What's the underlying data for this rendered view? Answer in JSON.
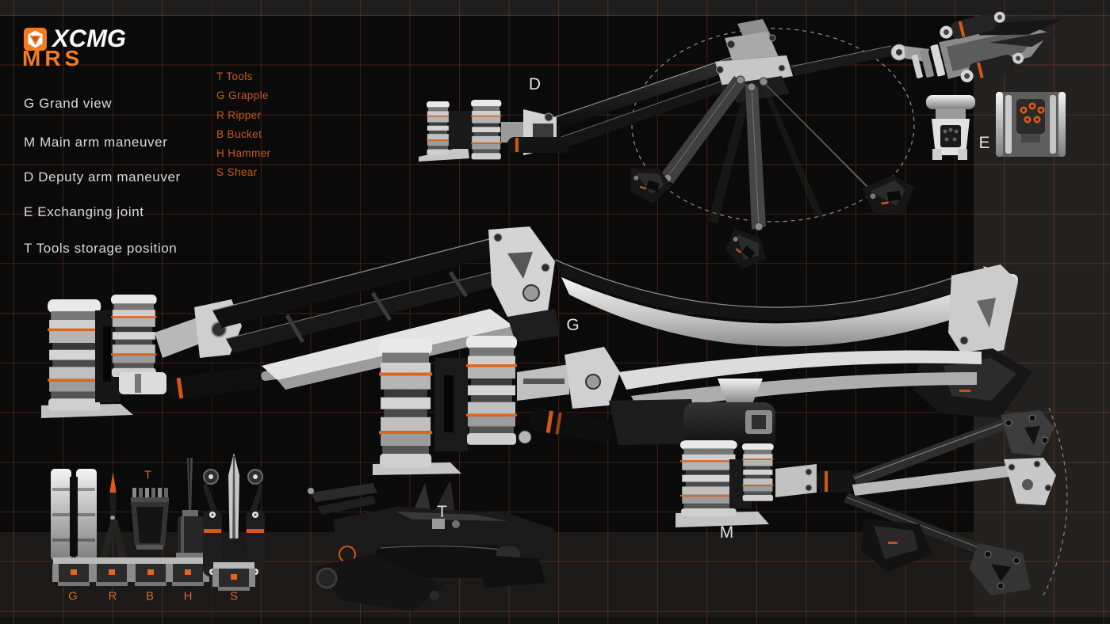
{
  "brand": {
    "logo_text": "XCMG",
    "product_code": "MRS"
  },
  "legend": {
    "views": [
      "G Grand view",
      "M Main arm maneuver",
      "D Deputy arm maneuver",
      "E Exchanging joint",
      "T Tools storage position"
    ],
    "tools": [
      "T Tools",
      "G Grapple",
      "R Ripper",
      "B Bucket",
      "H Hammer",
      "S Shear"
    ]
  },
  "markers": {
    "deputy": "D",
    "exchange": "E",
    "grand": "G",
    "storage": "T",
    "main": "M",
    "tools_column": "T"
  },
  "tool_letters": [
    "G",
    "R",
    "B",
    "H",
    "S"
  ],
  "colors": {
    "accent_orange": "#f47b20",
    "legend_orange": "#c65c20",
    "machine_accent": "#d85a1a",
    "grid_line": "#7a3a14",
    "label_white": "#e0e0e0",
    "background": "#0a0a0a"
  }
}
